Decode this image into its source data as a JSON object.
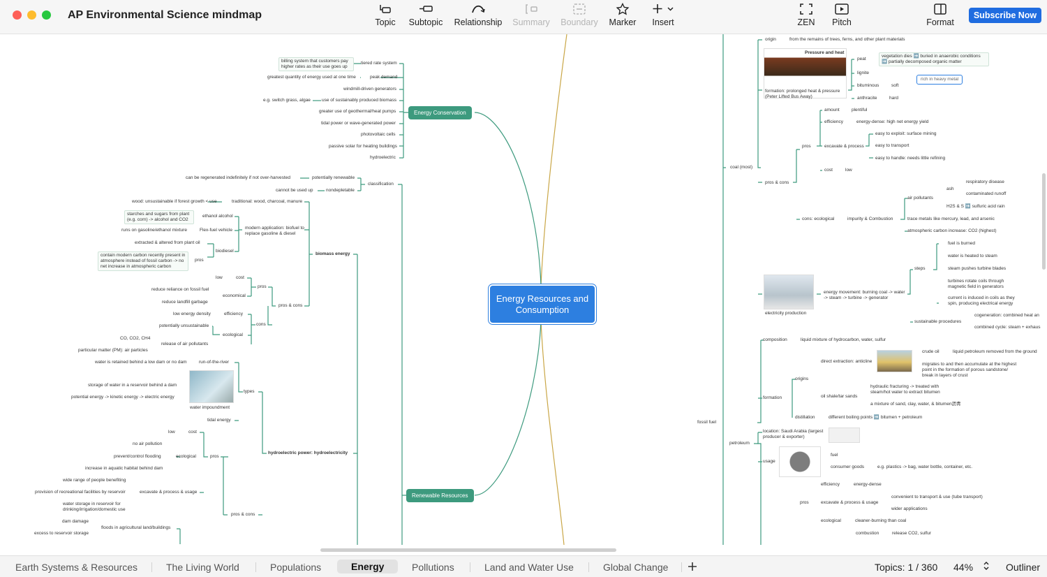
{
  "window": {
    "title": "AP Environmental Science mindmap"
  },
  "toolbar": {
    "topic": "Topic",
    "subtopic": "Subtopic",
    "relationship": "Relationship",
    "summary": "Summary",
    "boundary": "Boundary",
    "marker": "Marker",
    "insert": "Insert",
    "zen": "ZEN",
    "pitch": "Pitch",
    "format": "Format",
    "subscribe": "Subscribe Now"
  },
  "colors": {
    "accent": "#2d7fe0",
    "branch": "#3d9a7e",
    "subscribe": "#1f6ce0"
  },
  "central": {
    "title": "Energy Resources and Consumption"
  },
  "branches": {
    "energy_conservation": "Energy Conservation",
    "renewable_resources": "Renewable Resources"
  },
  "conservation": {
    "tiered": "tiered rate system",
    "tiered_desc": "billing system that customers pay higher rates as their use goes up",
    "peak": "peak demand",
    "peak_desc": "greatest quantity of energy used at one time",
    "windmill": "windmill-driven generators",
    "biomass": "use of sustainably produced biomass",
    "biomass_eg": "e.g. switch grass, algae",
    "geo": "greater use of geothermal/heat pumps",
    "tidal": "tidal power or wave-generated power",
    "pv": "photovoltaic cells",
    "passive": "passive solar for heating buildings",
    "hydro": "hydroelectric"
  },
  "biomass": {
    "title": "biomass energy",
    "classification": "classification",
    "pot_renew": "potentially renewable",
    "pot_renew_desc": "can be regenerated indefinitely if not over-harvested",
    "nondep": "nondepletable",
    "nondep_desc": "cannot be used up",
    "traditional": "traditional: wood, charcoal, manure",
    "traditional_desc": "wood: unsustainable if forest growth < use",
    "modern": "modern application: biofuel to replace gasoline & diesel",
    "ethanol": "ethanol alcohol",
    "ethanol_desc": "starches and sugars from plant (e.g. corn) -> alcohol and CO2",
    "flex": "Flex-fuel vehicle",
    "flex_desc": "runs on gasoline/ethanol mixture",
    "biodiesel": "biodiesel",
    "biodiesel_desc": "extracted & altered from plant oil",
    "biodiesel_pros": "pros",
    "biodiesel_pros_desc": "contain modern carbon recently present in atmosphere instead of fossil carbon -> no net increase in atmospheric carbon",
    "pros_cons": "pros & cons",
    "pros": "pros",
    "cost": "cost",
    "low": "low",
    "economical": "economical",
    "reliance": "reduce reliance on fossil fuel",
    "landfill": "reduce landfill garbage",
    "cons": "cons",
    "efficiency": "efficiency",
    "low_density": "low energy density",
    "ecological": "ecological",
    "unsustainable": "potentially unsustainable",
    "release": "release of air pollutants",
    "gases": "CO, CO2, CH4",
    "pm": "particular matter (PM): air particles"
  },
  "hydro": {
    "title": "hydroelectric power: hydroelectricity",
    "types": "types",
    "run": "run-of-the-river",
    "run_desc": "water is retained behind a low dam or no dam",
    "impound": "water impoundment",
    "storage": "storage of water in a reservoir behind a dam",
    "potential": "potential energy -> kinetic energy -> electric energy",
    "tidal": "tidal energy",
    "pros_cons": "pros & cons",
    "pros": "pros",
    "cost": "cost",
    "low": "low",
    "ecological": "ecological",
    "no_pollution": "no air pollution",
    "flooding": "prevent/control flooding",
    "aquatic": "increase in aquatic habitat behind dam",
    "excavate": "excavate & process & usage",
    "people": "wide range of people benefiting",
    "recreation": "provision of recreational facilities by reservoir",
    "drinking": "water storage in reservoir for drinking/irrigation/domestic use",
    "dam_damage": "dam damage",
    "floods": "floods in agricultural land/buildings",
    "excess": "excess to reservoir storage"
  },
  "coal": {
    "origin": "origin",
    "origin_desc": "from the remains of trees, ferns, and other plant materials",
    "pressure": "Pressure and heat",
    "formation": "formation: prolonged heat & pressure (Peter Lifted Bus Away)",
    "peat": "peat",
    "peat_desc": "vegetation dies ➡️ buried in anaerobic conditions ➡️ partially decomposed organic matter",
    "lignite": "lignite",
    "bituminous": "bituminous",
    "soft": "soft",
    "anthracite": "anthracite",
    "hard": "hard",
    "heavy_metal": "rich in heavy metal",
    "title": "coal (most)",
    "amount": "amount",
    "plentiful": "plentiful",
    "efficiency": "efficiency",
    "dense": "energy-dense: high net energy yield",
    "pros": "pros",
    "excavate": "excavate & process",
    "exploit": "easy to exploit: surface mining",
    "transport": "easy to transport",
    "handle": "easy to handle: needs little refining",
    "cost": "cost",
    "low": "low",
    "pros_cons": "pros & cons",
    "cons_eco": "cons: ecological",
    "impurity": "impurity & Combustion",
    "air_pollutants": "air pollutants",
    "ash": "ash",
    "respiratory": "respiratory disease",
    "runoff": "contaminated runoff",
    "h2s": "H2S & S ➡️ sulfuric acid rain",
    "trace": "trace metals like mercury, lead, and arsenic",
    "atmospheric": "atmospheric carbon increase: CO2 (highest)",
    "elec_prod": "electricity production",
    "movement": "energy movement: burning coal -> water -> steam -> turbine -> generator",
    "steps": "steps",
    "step1": "fuel is burned",
    "step2": "water is heated to steam",
    "step3": "steam pushes turbine blades",
    "step4": "turbines rotate coils through magnetic field in generators",
    "step5": "current is induced in coils as they spin, producing electrical energy",
    "sustainable": "sustainable procedures",
    "cogeneration": "cogeneration: combined heat an",
    "combined": "combined cycle: steam + exhaus"
  },
  "petroleum": {
    "fossil": "fossil fuel",
    "composition": "composition",
    "composition_desc": "liquid mixture of hydrocarbon, water, sulfur",
    "title": "petroleum",
    "formation": "formation",
    "origins": "origins",
    "direct": "direct extraction: anticline",
    "crude": "crude oil",
    "crude_desc": "liquid petroleum removed from the ground",
    "migrates": "migrates to and then accumulate at the highest point in the formation of porous sandstone/ break in layers of crust",
    "shale": "oil shale/tar sands",
    "fracking": "hydraulic fracturing -> treated with steam/hot water to extract bitumen",
    "mixture": "a mixture of sand, clay, water, & bitumen沥青",
    "distillation": "distillation",
    "boiling": "different boiling points ➡️ bitumen + petroleum",
    "location": "location: Saudi Arabia (largest producer & exporter)",
    "usage": "usage",
    "fuel": "fuel",
    "consumer": "consumer goods",
    "plastics": "e.g. plastics -> bag, water bottle, container, etc.",
    "pros": "pros",
    "efficiency": "efficiency",
    "energy_dense": "energy-dense",
    "excavate": "excavate & process & usage",
    "convenient": "convenient to transport & use (tube transport)",
    "wider": "wider applications",
    "ecological": "ecological",
    "cleaner": "cleaner-burning than coal",
    "combustion": "combustion",
    "release": "release CO2, sulfur"
  },
  "tabs": [
    "Earth Systems & Resources",
    "The Living World",
    "Populations",
    "Energy",
    "Pollutions",
    "Land and Water Use",
    "Global Change"
  ],
  "status": {
    "topics": "Topics: 1 / 360",
    "zoom": "44%",
    "outliner": "Outliner"
  }
}
